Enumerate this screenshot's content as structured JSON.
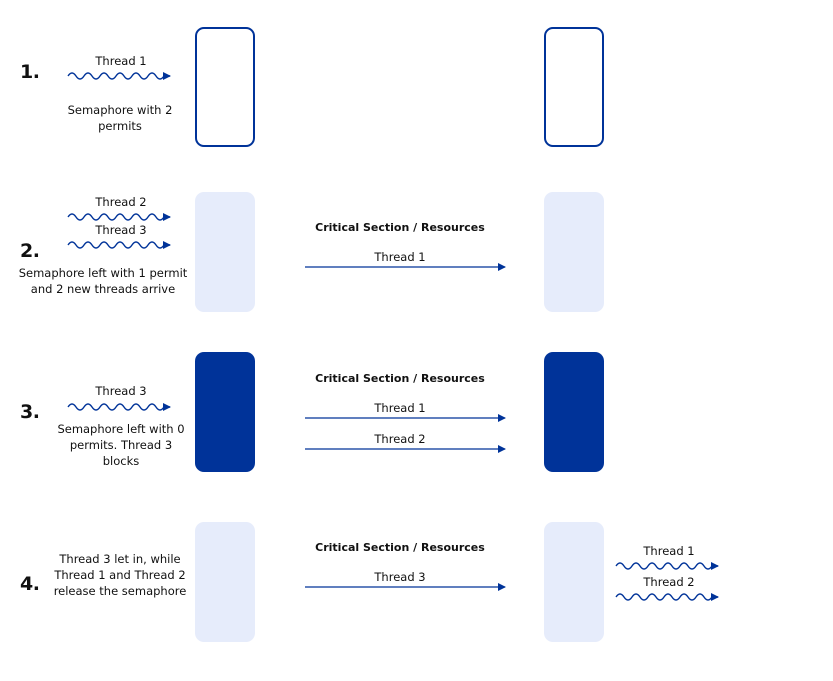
{
  "colors": {
    "primary": "#003399",
    "light_box": "#e6ecfb",
    "text": "#111111"
  },
  "steps": [
    {
      "number": "1.",
      "incoming_threads": [
        "Thread 1"
      ],
      "caption": "Semaphore with 2 permits",
      "box_state": "outline",
      "critical_section_title": "",
      "inside_threads": [],
      "outgoing_threads": []
    },
    {
      "number": "2.",
      "incoming_threads": [
        "Thread 2",
        "Thread 3"
      ],
      "caption": "Semaphore left with 1 permit and 2 new threads arrive",
      "box_state": "light",
      "critical_section_title": "Critical Section / Resources",
      "inside_threads": [
        "Thread 1"
      ],
      "outgoing_threads": []
    },
    {
      "number": "3.",
      "incoming_threads": [
        "Thread 3"
      ],
      "caption": "Semaphore left with 0 permits. Thread 3 blocks",
      "box_state": "dark",
      "critical_section_title": "Critical Section / Resources",
      "inside_threads": [
        "Thread 1",
        "Thread 2"
      ],
      "outgoing_threads": []
    },
    {
      "number": "4.",
      "incoming_threads": [],
      "caption": "Thread 3 let in, while Thread 1 and Thread 2 release the semaphore",
      "box_state": "light",
      "critical_section_title": "Critical Section / Resources",
      "inside_threads": [
        "Thread 3"
      ],
      "outgoing_threads": [
        "Thread 1",
        "Thread 2"
      ]
    }
  ]
}
